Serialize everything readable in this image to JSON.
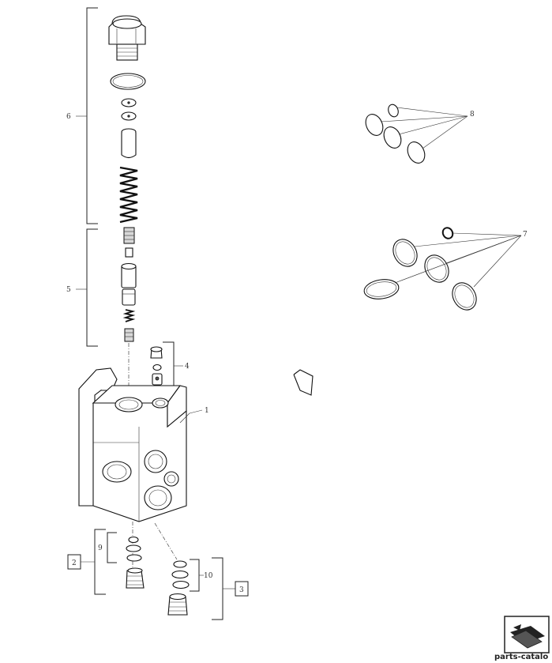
{
  "callouts": {
    "c1": "1",
    "c2": "2",
    "c3": "3",
    "c4": "4",
    "c5": "5",
    "c6": "6",
    "c7": "7",
    "c8": "8",
    "c9": "9",
    "c10": "10"
  },
  "watermark": {
    "text": "parts-catalo",
    "icon": "folder-arrow-icon"
  }
}
